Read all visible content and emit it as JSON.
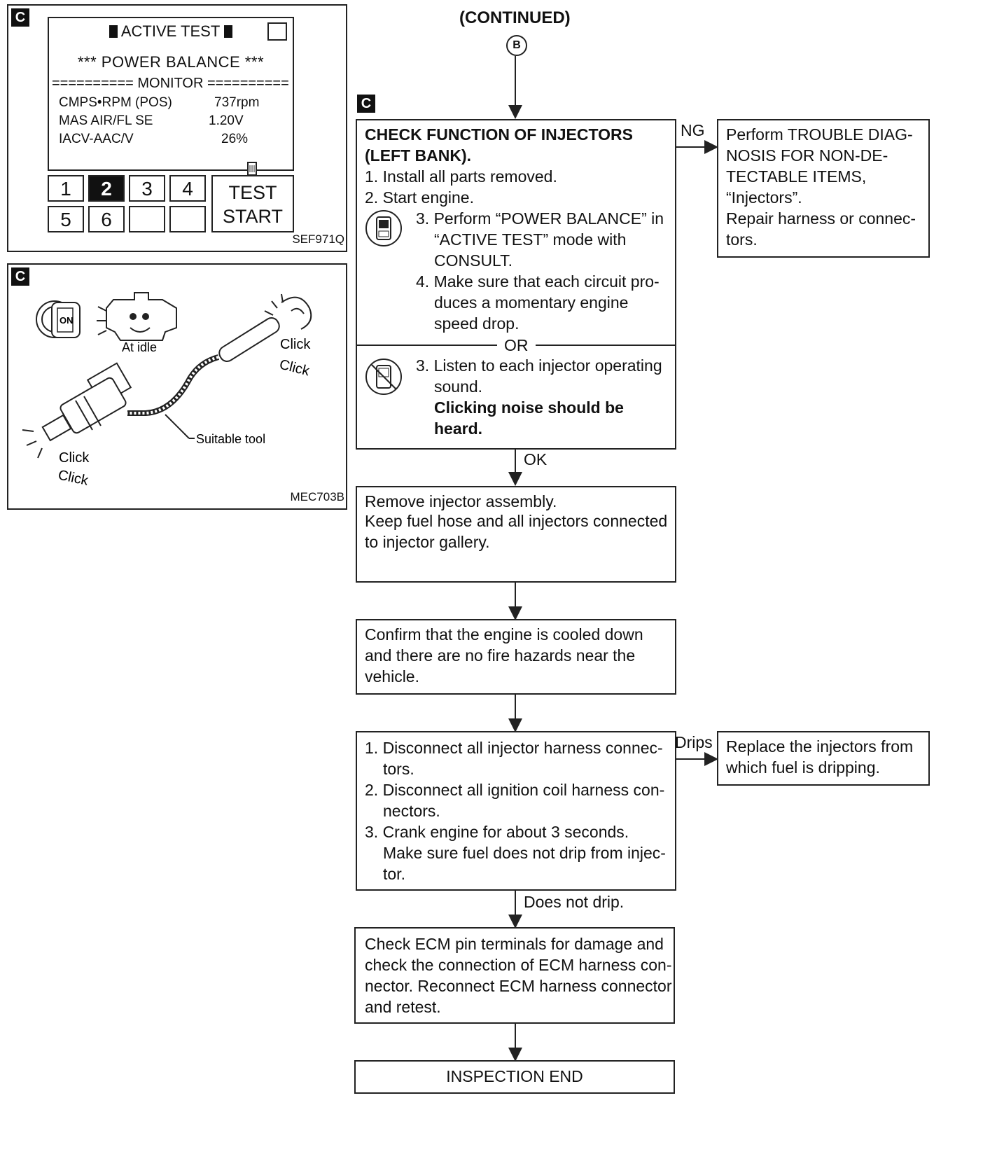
{
  "continued_label": "(CONTINUED)",
  "connector_letter": "B",
  "section_mark": "C",
  "consult_panel": {
    "title": "ACTIVE TEST",
    "subtitle": "*** POWER BALANCE ***",
    "monitor_line": "========== MONITOR ==========",
    "rows": [
      {
        "name": "CMPS•RPM (POS)",
        "value": "737rpm"
      },
      {
        "name": "MAS AIR/FL SE",
        "value": "1.20V"
      },
      {
        "name": "IACV-AAC/V",
        "value": "26%"
      }
    ],
    "keys_top": [
      "1",
      "2",
      "3",
      "4"
    ],
    "keys_bottom": [
      "5",
      "6",
      "",
      ""
    ],
    "selected_key": "2",
    "test_label_1": "TEST",
    "test_label_2": "START",
    "ref_code": "SEF971Q"
  },
  "injector_panel": {
    "key_label": "ON",
    "idle_label": "At idle",
    "click_1": "Click",
    "click_2": "Click",
    "tool_label": "Suitable tool",
    "ref_code": "MEC703B"
  },
  "flow": {
    "check_title_1": "CHECK FUNCTION OF INJECTORS",
    "check_title_2": "(LEFT BANK).",
    "check_steps": [
      "1. Install all parts removed.",
      "2. Start engine."
    ],
    "consult_steps": [
      "3. Perform “POWER BALANCE” in",
      "“ACTIVE TEST” mode with",
      "CONSULT.",
      "4. Make sure that each circuit pro-",
      "duces a momentary engine",
      "speed drop."
    ],
    "or_label": "OR",
    "listen_steps": [
      "3. Listen to each injector operating",
      "sound."
    ],
    "listen_bold": [
      "Clicking noise should be",
      "heard."
    ],
    "ng_label": "NG",
    "ng_box": [
      "Perform TROUBLE DIAG-",
      "NOSIS FOR NON-DE-",
      "TECTABLE ITEMS,",
      "“Injectors”.",
      "Repair harness or connec-",
      "tors."
    ],
    "ok_label": "OK",
    "remove_box": [
      "Remove injector assembly.",
      "Keep fuel hose and all injectors connected",
      "to injector gallery."
    ],
    "confirm_box": [
      "Confirm that the engine is cooled down",
      "and there are no fire hazards near the",
      "vehicle."
    ],
    "disconnect_box": [
      "1. Disconnect all injector harness connec-",
      "tors.",
      "2. Disconnect all ignition coil harness con-",
      "nectors.",
      "3. Crank engine for about 3 seconds.",
      "Make sure fuel does not drip from injec-",
      "tor."
    ],
    "drips_label": "Drips",
    "drips_box": [
      "Replace the injectors from",
      "which fuel is dripping."
    ],
    "not_drip_label": "Does not drip.",
    "ecm_box": [
      "Check ECM pin terminals for damage and",
      "check the connection of ECM harness con-",
      "nector. Reconnect ECM harness connector",
      "and retest."
    ],
    "end_label": "INSPECTION END"
  }
}
